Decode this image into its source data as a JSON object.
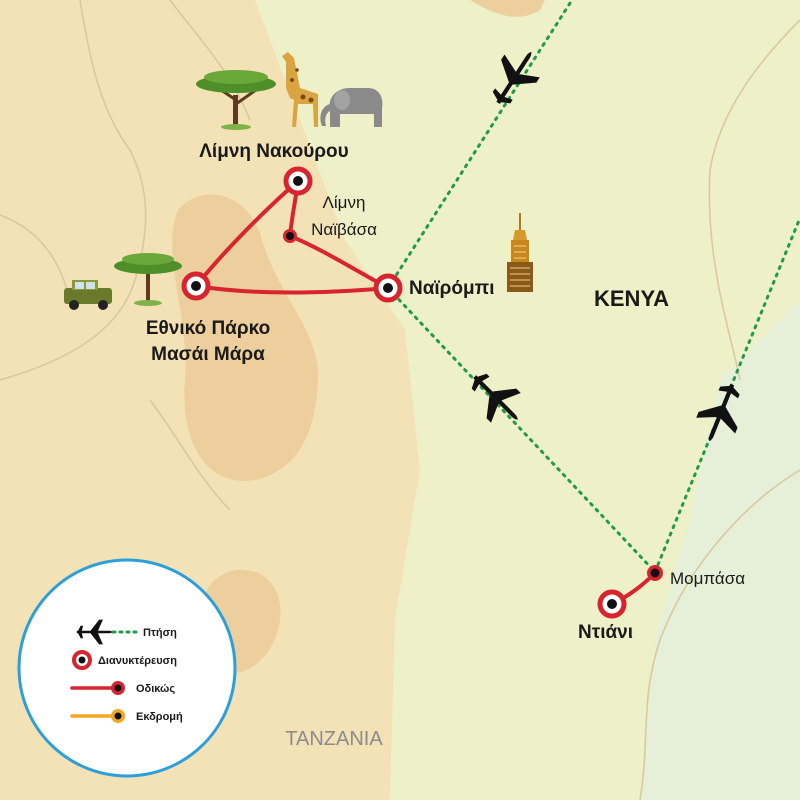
{
  "countries": {
    "kenya": "KENYA",
    "tanzania": "TANZANIA"
  },
  "places": {
    "lake_nakuru": "Λίμνη Νακούρου",
    "lake_naivasha_l1": "Λίμνη",
    "lake_naivasha_l2": "Ναϊβάσα",
    "nairobi": "Ναϊρόμπι",
    "masai_mara_l1": "Εθνικό Πάρκο",
    "masai_mara_l2": "Μασάι Μάρα",
    "mombasa": "Μομπάσα",
    "diani": "Ντιάνι"
  },
  "legend": {
    "flight": "Πτήση",
    "overnight": "Διανυκτέρευση",
    "by_road": "Οδικώς",
    "excursion": "Εκδρομή"
  },
  "icons": {
    "planes": [
      "airplane-icon",
      "airplane-icon",
      "airplane-icon"
    ],
    "wildlife": [
      "acacia-tree-icon",
      "giraffe-icon",
      "elephant-icon",
      "safari-jeep-icon",
      "skyscraper-icon"
    ]
  },
  "colors": {
    "land": "#f3e2b6",
    "savanna_green": "#eef0c8",
    "park_tan": "#eccf9c",
    "sea": "#e6efd8",
    "road_route": "#d7242e",
    "flight_route": "#1f9b4a",
    "excursion_route": "#f5a623",
    "legend_border": "#2b9fd9"
  }
}
